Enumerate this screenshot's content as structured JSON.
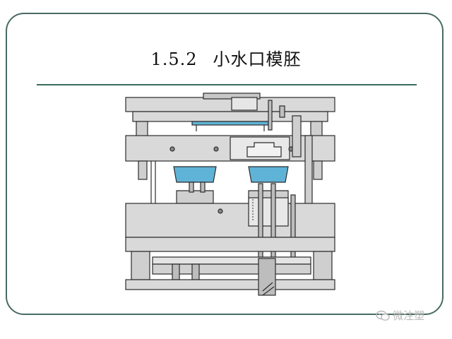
{
  "slide": {
    "section_number": "1.5.2",
    "section_title": "小水口模胚"
  },
  "watermark": {
    "text": "微注塑",
    "icon": "wechat-icon"
  },
  "colors": {
    "frame": "#4a6a64",
    "rule": "#3a6a5e",
    "plate": "#d8d8d8",
    "plate_dark": "#bdbdbd",
    "part_blue": "#5fb3d6",
    "outline": "#2b2b2b"
  }
}
